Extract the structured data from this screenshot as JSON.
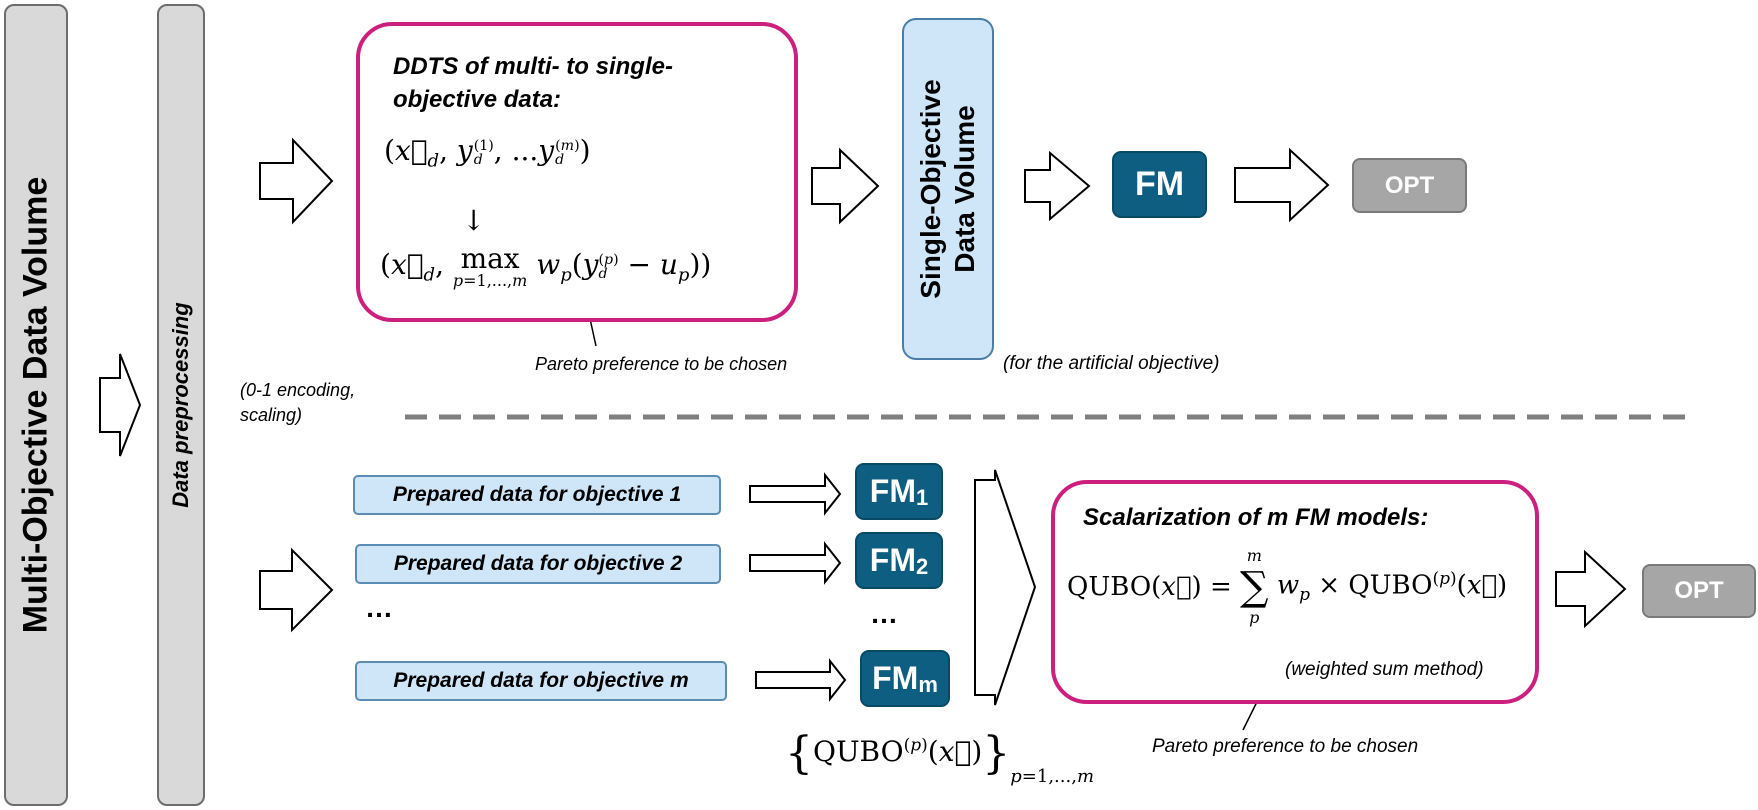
{
  "left": {
    "volume_label": "Multi-Objective Data Volume",
    "preprocessing_label": "Data preprocessing",
    "preprocessing_note_line1": "(0-1 encoding,",
    "preprocessing_note_line2": "scaling)"
  },
  "top": {
    "ddts_title_line1": "DDTS of multi- to single-",
    "ddts_title_line2": "objective data:",
    "formula_input": "(x⃗_d, y_d^(1), ...y_d^(m))",
    "formula_arrow": "↓",
    "formula_output": "(x⃗_d, max_{p=1,...,m} w_p(y_d^(p) − u_p))",
    "pareto_note": "Pareto preference to be chosen",
    "single_volume_line1": "Single-Objective",
    "single_volume_line2": "Data Volume",
    "artificial_note": "(for the artificial objective)",
    "fm_label": "FM",
    "opt_label": "OPT"
  },
  "bottom": {
    "prepared": [
      "Prepared data for objective 1",
      "Prepared data for objective 2",
      "Prepared data for objective m"
    ],
    "ellipsis": "…",
    "fm_models": [
      {
        "base": "FM",
        "sub": "1"
      },
      {
        "base": "FM",
        "sub": "2"
      },
      {
        "base": "FM",
        "sub": "m"
      }
    ],
    "qubo_set": "{QUBO^(p)(x⃗)}_{p=1,...,m}",
    "scalar_title": "Scalarization of m FM models:",
    "scalar_formula": "QUBO(x⃗) = Σ_p w_p × QUBO^(p)(x⃗)",
    "weighted_note": "(weighted sum method)",
    "pareto_note": "Pareto preference to be chosen",
    "opt_label": "OPT"
  },
  "colors": {
    "accent_pink": "#cc1f7e",
    "fm_teal": "#0d5e80",
    "opt_grey": "#a6a6a6",
    "light_blue": "#cfe6f8",
    "bar_grey": "#d9d9d9"
  }
}
